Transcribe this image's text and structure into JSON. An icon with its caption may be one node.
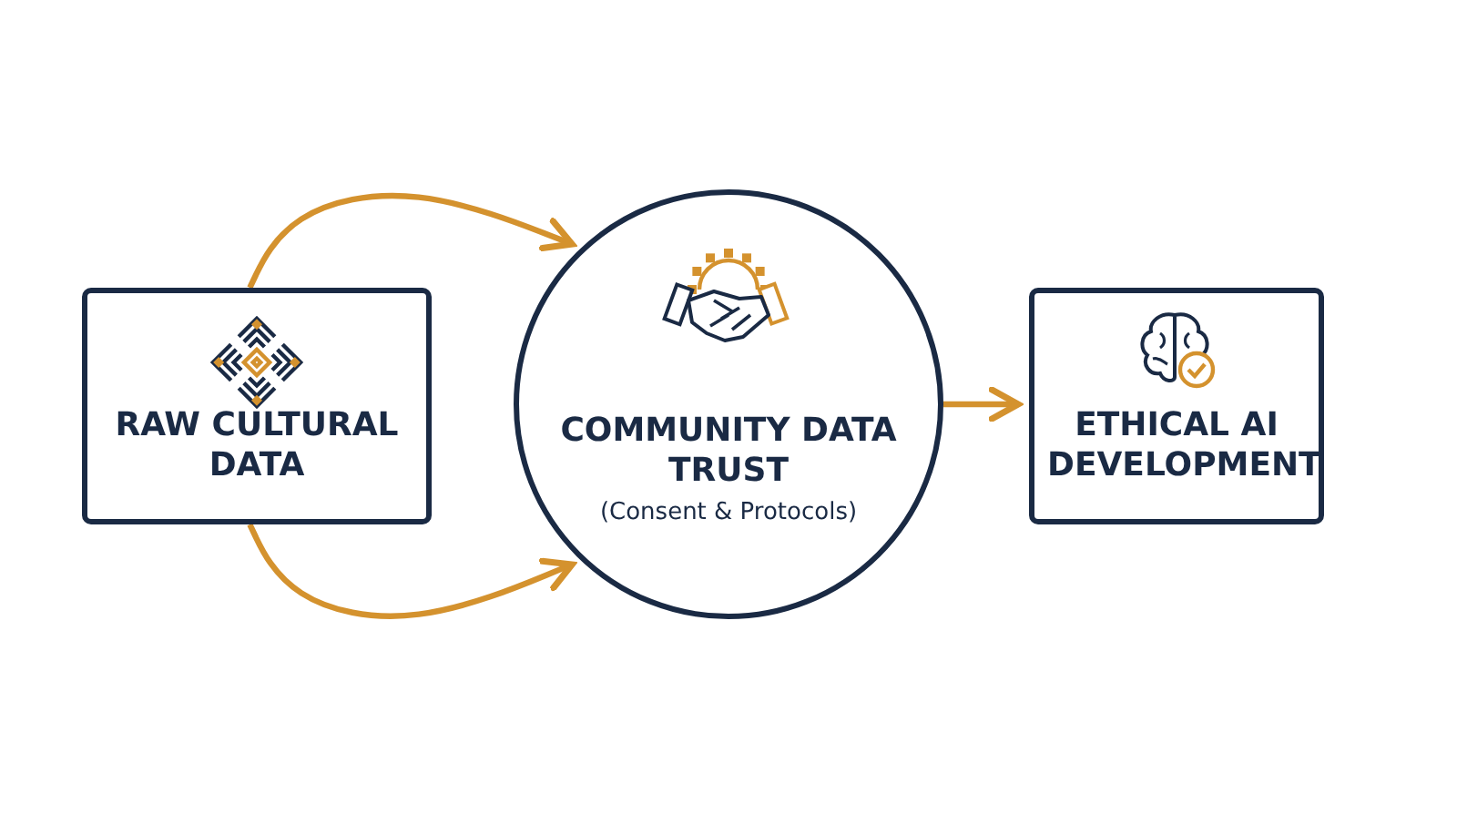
{
  "diagram": {
    "nodes": [
      {
        "text": [
          "RAW CULTURAL DATA"
        ]
      },
      {
        "text": [
          "COMMUNITY DATA TRUST",
          "(Consent & Protocols)"
        ]
      },
      {
        "text": [
          "ETHICAL AI DEVELOPMENT"
        ]
      }
    ],
    "edges": [
      {
        "from": 0,
        "to": 1,
        "arrow": "to"
      },
      {
        "from": 0,
        "to": 1,
        "arrow": "to"
      },
      {
        "from": 1,
        "to": 2,
        "arrow": "to"
      }
    ]
  }
}
